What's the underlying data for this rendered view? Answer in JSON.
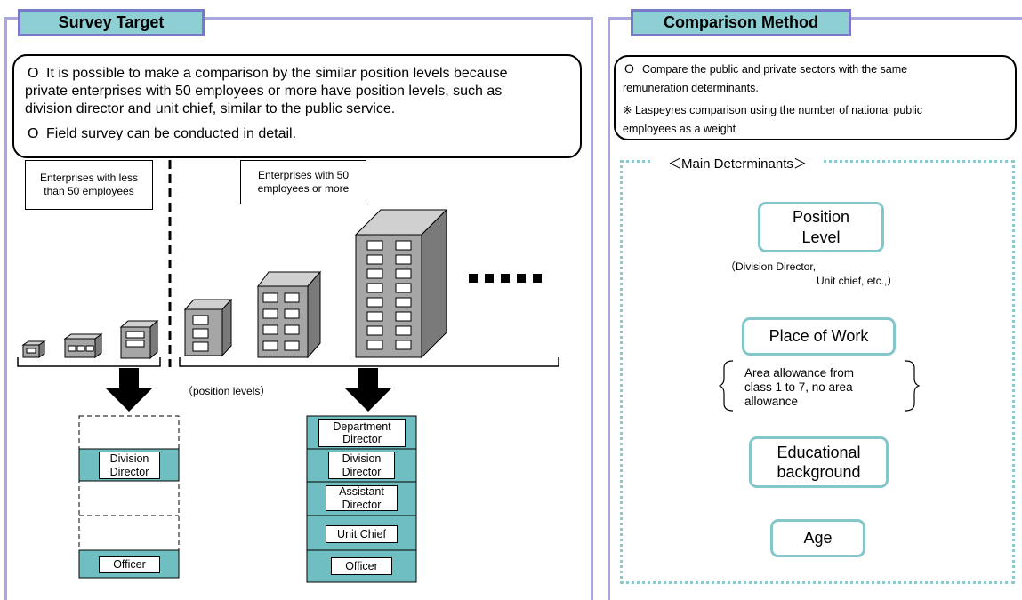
{
  "left_panel": {
    "title": "Survey Target",
    "intro_line1": "It is possible to make a comparison by the similar position levels because",
    "intro_line2": "private enterprises with 50 employees or more have position levels, such as",
    "intro_line3": "division director and unit chief, similar to the public service.",
    "intro_line4": "Field survey can be conducted in detail.",
    "bullet": "O",
    "small_label_1": "Enterprises with less",
    "small_label_2": "than 50 employees",
    "large_label_1": "Enterprises with 50",
    "large_label_2": "employees or more",
    "position_levels": "（position levels）",
    "small_positions": {
      "division_director_1": "Division",
      "division_director_2": "Director",
      "officer": "Officer"
    },
    "large_positions": {
      "department_director_1": "Department",
      "department_director_2": "Director",
      "division_director_1": "Division",
      "division_director_2": "Director",
      "assistant_director_1": "Assistant",
      "assistant_director_2": "Director",
      "unit_chief": "Unit Chief",
      "officer": "Officer"
    }
  },
  "right_panel": {
    "title": "Comparison Method",
    "bullet": "O",
    "method_line1": "Compare  the public and private sectors with the same",
    "method_line2": "remuneration determinants.",
    "method_line3": "※  Laspeyres comparison using the number of national public",
    "method_line4": "employees as a weight",
    "determinants_heading": "＜Main Determinants＞",
    "position_level_1": "Position",
    "position_level_2": "Level",
    "position_note_1": "（Division  Director,",
    "position_note_2": "Unit chief, etc.,）",
    "place_of_work": "Place of Work",
    "area_1": "Area allowance from",
    "area_2": "class 1 to 7, no area",
    "area_3": "allowance",
    "education_1": "Educational",
    "education_2": "background",
    "age": "Age"
  },
  "colors": {
    "frame_border": "#a7a6dd",
    "tab_fill": "#8ecfd3",
    "tab_border": "#7a79c9",
    "teal": "#6fbfc2",
    "det_border": "#84c7cb",
    "building_gray": "#a6a6a6"
  }
}
